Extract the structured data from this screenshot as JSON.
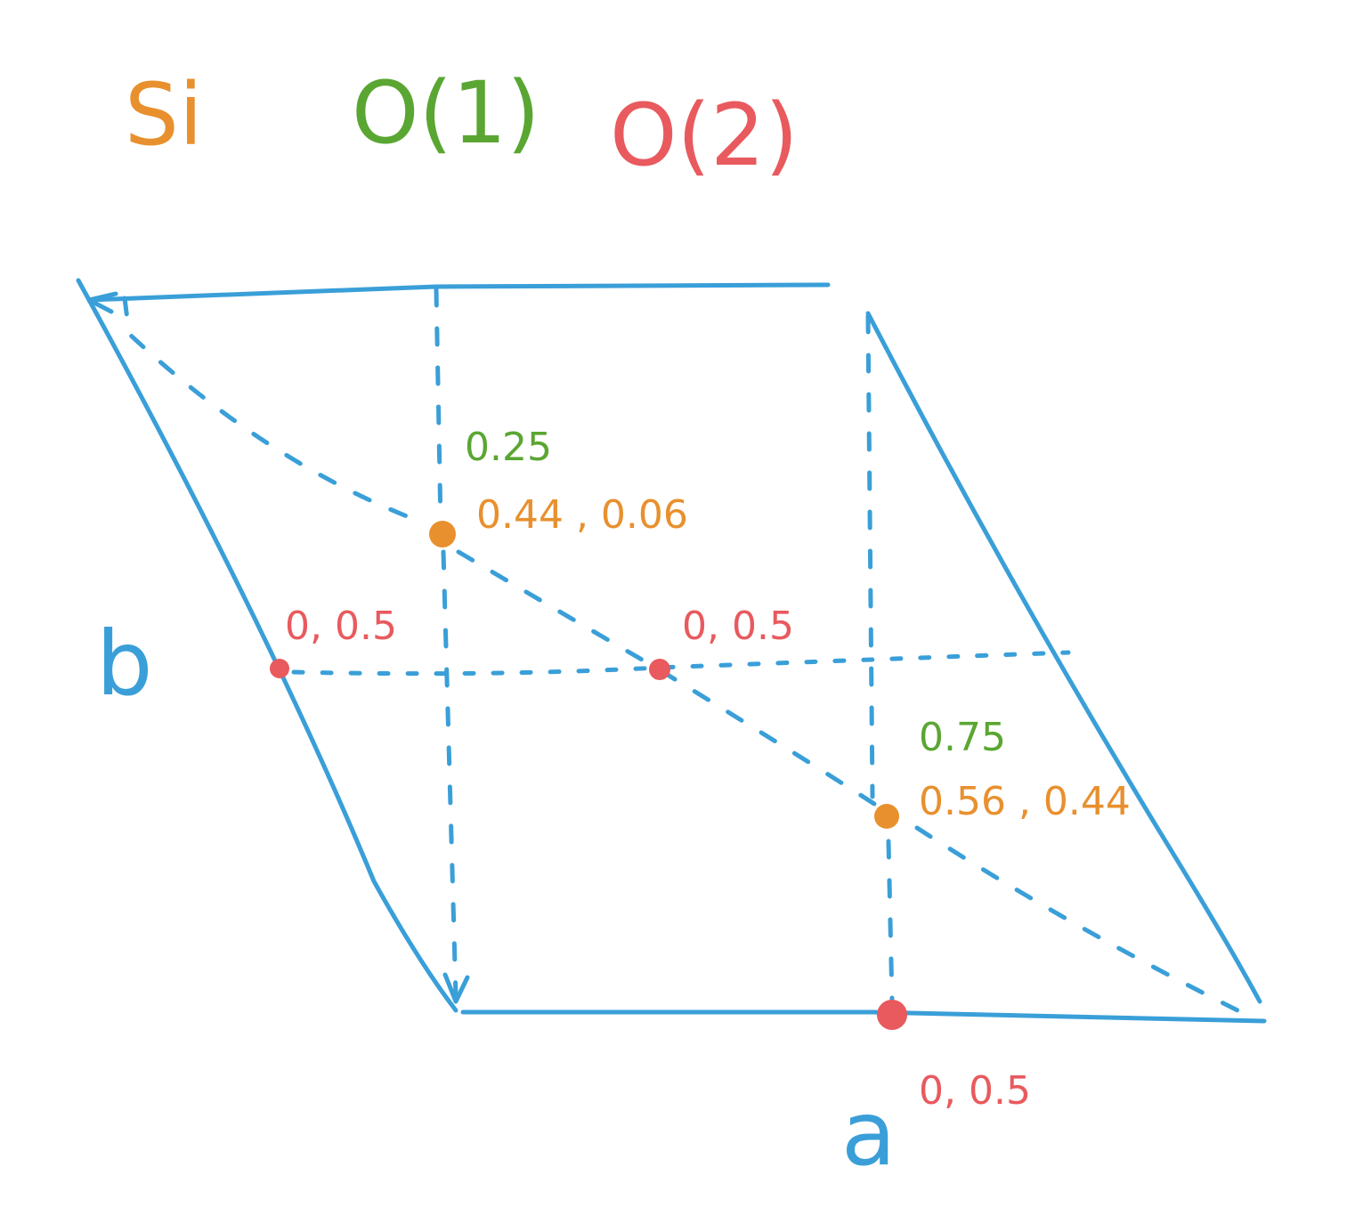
{
  "colors": {
    "frame": "#3a9fd8",
    "si": "#e8902e",
    "o1": "#5aa632",
    "o2": "#e85a5e"
  },
  "legend": {
    "si": "Si",
    "o1": "O(1)",
    "o2": "O(2)"
  },
  "axes": {
    "a": "a",
    "b": "b"
  },
  "atoms": {
    "si_upper": {
      "species": "Si",
      "z_label": "0.25",
      "coord_label": "0.44 , 0.06"
    },
    "si_lower": {
      "species": "Si",
      "z_label": "0.75",
      "coord_label": "0.56 , 0.44"
    },
    "o2_left": {
      "species": "O(2)",
      "label": "0, 0.5"
    },
    "o2_center": {
      "species": "O(2)",
      "label": "0, 0.5"
    },
    "o2_bottom": {
      "species": "O(2)",
      "label": "0, 0.5"
    }
  }
}
